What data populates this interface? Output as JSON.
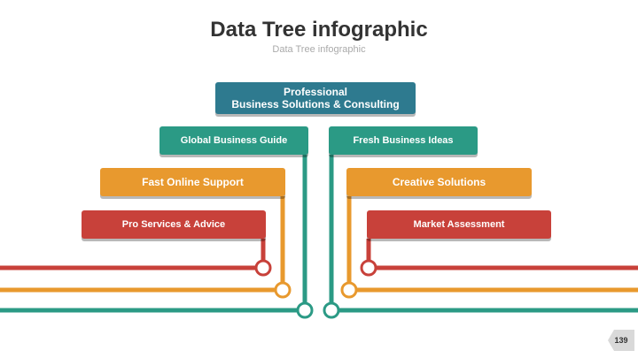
{
  "title": "Data Tree infographic",
  "subtitle": "Data Tree infographic",
  "root": {
    "line1": "Professional",
    "line2": "Business Solutions & Consulting"
  },
  "left": [
    "Global Business Guide",
    "Fast Online Support",
    "Pro Services & Advice"
  ],
  "right": [
    "Fresh Business Ideas",
    "Creative Solutions",
    "Market Assessment"
  ],
  "page_number": "139",
  "colors": {
    "root": "#2e7a8f",
    "teal": "#2b9a85",
    "orange": "#e8992e",
    "red": "#c8413a",
    "title": "#333333",
    "subtitle": "#aaaaaa"
  }
}
